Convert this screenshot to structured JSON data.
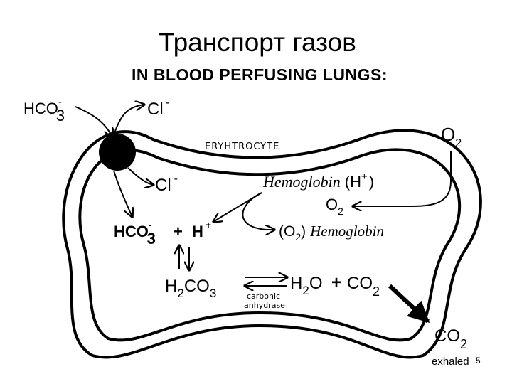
{
  "title": "Транспорт газов",
  "subtitle": "IN BLOOD PERFUSING LUNGS:",
  "cell_label": "ERYHTROCYTE",
  "species": {
    "hco3_out": {
      "base": "HCO",
      "sub": "3",
      "sup": "-"
    },
    "cl_out": {
      "base": "Cl",
      "sup": "-"
    },
    "o2_out": {
      "base": "O",
      "sub": "2"
    },
    "cl_in": {
      "base": "Cl",
      "sup": "-"
    },
    "hb_h": {
      "name": "Hemoglobin",
      "pre": "(H",
      "sup": "+",
      "post": ")"
    },
    "o2_in": {
      "base": "O",
      "sub": "2"
    },
    "hco3_in": {
      "base": "HCO",
      "sub": "3",
      "sup": "-"
    },
    "plus1": "+",
    "h_in": {
      "base": "H",
      "sup": "+"
    },
    "o2_hb": {
      "pre": "(O",
      "sub": "2",
      "post": ")",
      "name": "Hemoglobin"
    },
    "h2co3": {
      "a": "H",
      "sub1": "2",
      "b": "CO",
      "sub2": "3"
    },
    "h2o": {
      "a": "H",
      "sub": "2",
      "b": "O"
    },
    "plus2": "+",
    "co2_in": {
      "base": "CO",
      "sub": "2"
    },
    "enzyme": [
      "carbonic",
      "anhydrase"
    ],
    "co2_out": {
      "base": "CO",
      "sub": "2"
    },
    "exhaled": "exhaled",
    "page_number": "5"
  }
}
